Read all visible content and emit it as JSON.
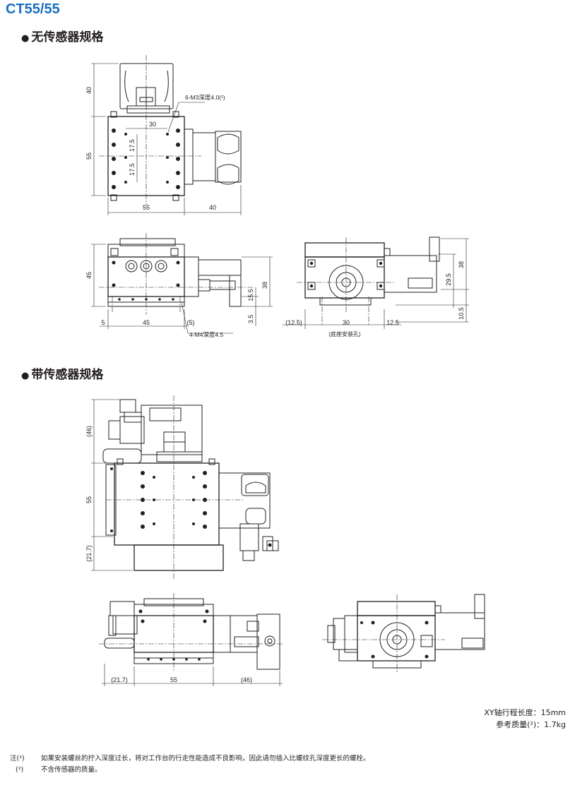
{
  "title": "CT55/55",
  "sections": {
    "no_sensor": "无传感器规格",
    "with_sensor": "带传感器规格"
  },
  "dims": {
    "top_view_1": {
      "d40_height": "40",
      "d55_height": "55",
      "d30": "30",
      "d17_5_a": "17.5",
      "d17_5_b": "17.5",
      "d55_width": "55",
      "d40_width": "40",
      "callout_m3": "6-M3深度4.0(¹)"
    },
    "front_view_1": {
      "d45_height": "45",
      "d38": "38",
      "d15_5": "15.5",
      "d3_5": "3.5",
      "d5": "5",
      "d45_width": "45",
      "d5_paren": "(5)",
      "callout_m4": "4-M4深度4.5"
    },
    "side_view_1": {
      "d12_5_paren": "(12.5)",
      "d30": "30",
      "d12_5": "12.5",
      "d29_5": "29.5",
      "d38": "38",
      "d10_5": "10.5",
      "base_holes": "(底座安装孔)"
    },
    "top_view_2": {
      "d46_paren": "(46)",
      "d55": "55",
      "d21_7_paren": "(21.7)"
    },
    "front_view_2": {
      "d21_7_paren": "(21.7)",
      "d55": "55",
      "d46_paren": "(46)"
    }
  },
  "specs": {
    "stroke": "XY轴行程长度：15mm",
    "mass": "参考质量(²)：1.7kg"
  },
  "notes": {
    "note1_label": "注(¹)",
    "note1_text": "如果安装螺丝的拧入深度过长，将对工作台的行走性能造成不良影响，因此请勿插入比螺纹孔深度更长的螺栓。",
    "note2_label": "(²)",
    "note2_text": "不含传感器的质量。"
  },
  "colors": {
    "title_blue": "#1a6fbf",
    "line": "#231f20"
  }
}
